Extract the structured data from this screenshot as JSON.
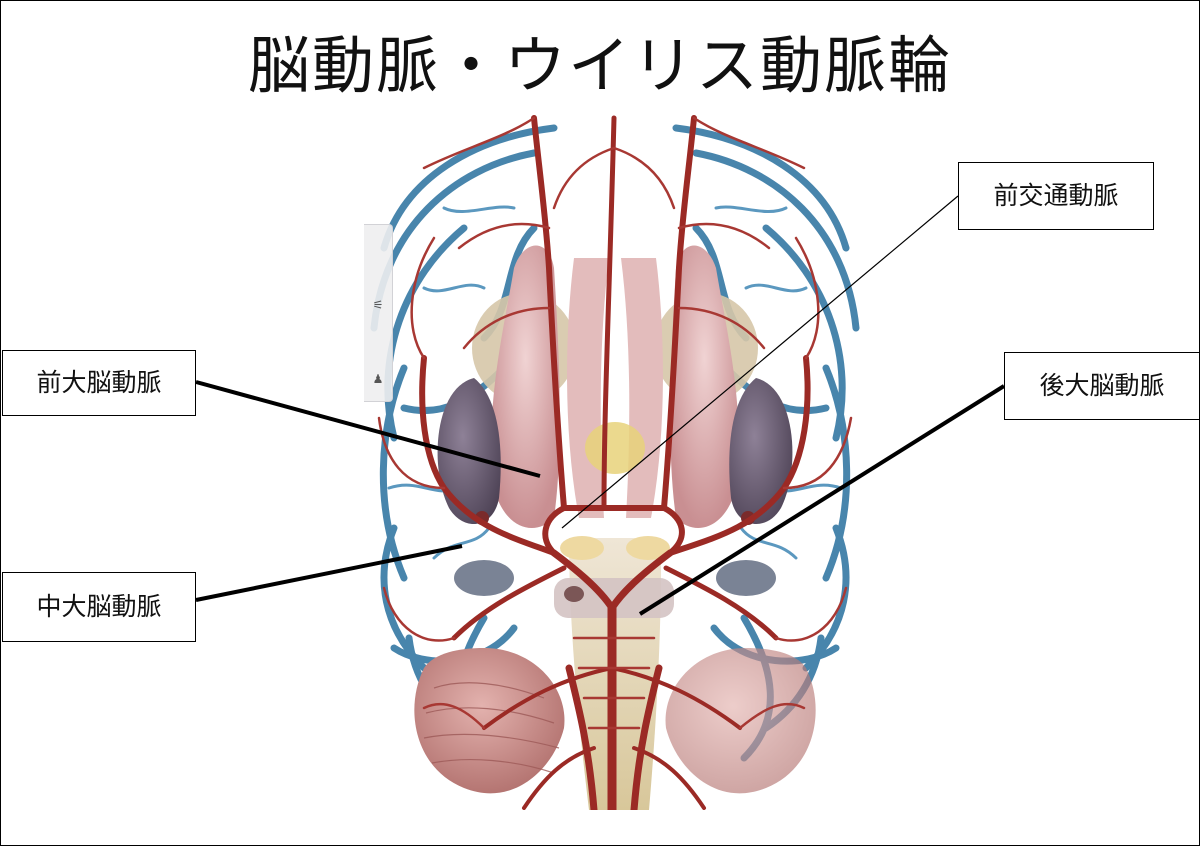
{
  "title": "脳動脈・ウイリス動脈輪",
  "labels": {
    "anterior_communicating": "前交通動脈",
    "anterior_cerebral": "前大脳動脈",
    "middle_cerebral": "中大脳動脈",
    "posterior_cerebral": "後大脳動脈"
  },
  "viewer_toolbar": {
    "icons": [
      "layers-icon",
      "body-figure-icon"
    ]
  },
  "colors": {
    "artery": "#9b2a25",
    "vein": "#3f7fa8",
    "brain_tissue": "#d9a7a9",
    "cerebellum": "#c98a88",
    "leader_line": "#000000"
  }
}
